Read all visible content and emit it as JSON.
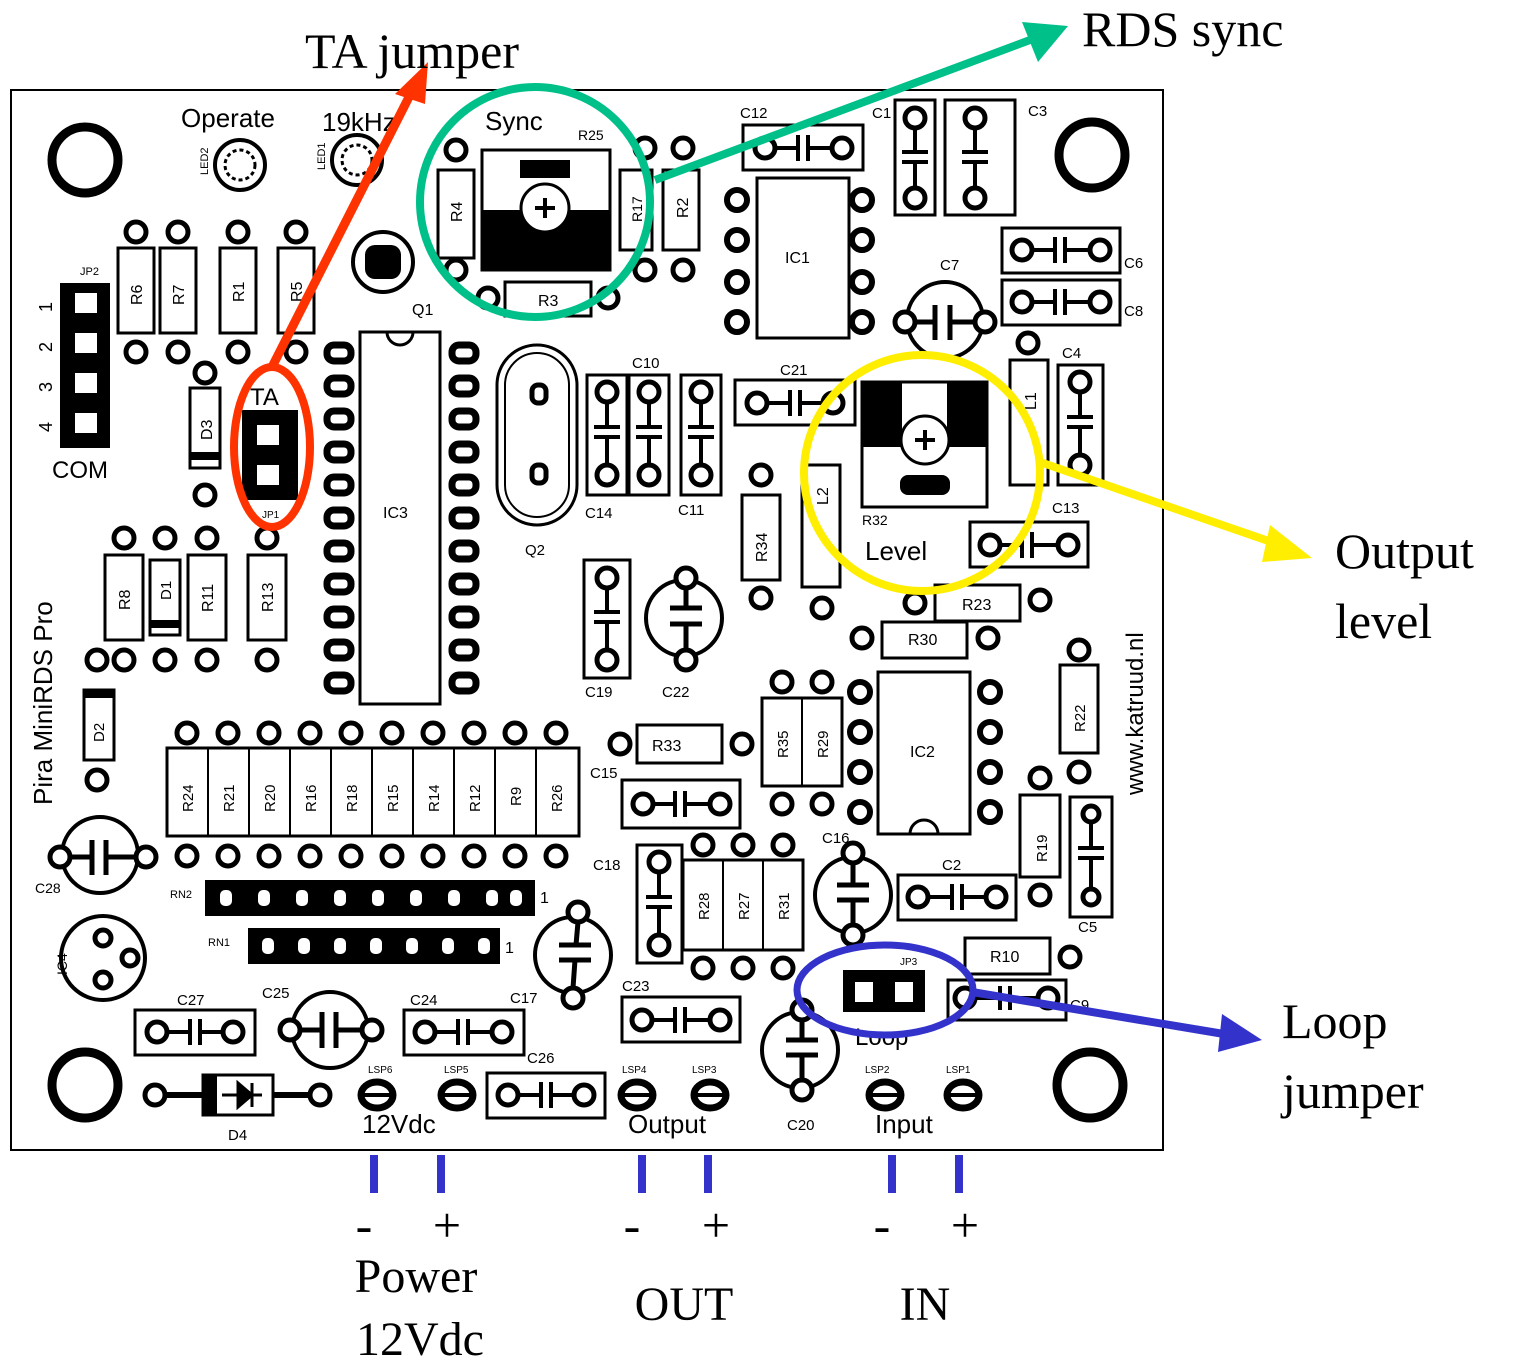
{
  "colors": {
    "ta": "#ff3300",
    "rds": "#00c08a",
    "output": "#ffee00",
    "loop": "#3333cc",
    "terminal": "#3333cc"
  },
  "annotations": {
    "ta_jumper": "TA jumper",
    "rds_sync": "RDS sync",
    "output_level": [
      "Output",
      "level"
    ],
    "loop_jumper": [
      "Loop",
      "jumper"
    ]
  },
  "terminals": {
    "power": {
      "minus": "-",
      "plus": "+",
      "label": [
        "Power",
        "12Vdc"
      ]
    },
    "out": {
      "minus": "-",
      "plus": "+",
      "label": "OUT"
    },
    "in": {
      "minus": "-",
      "plus": "+",
      "label": "IN"
    }
  },
  "board": {
    "product": "Pira MiniRDS Pro",
    "website": "www.katruud.nl",
    "led_operate": "Operate",
    "led_19khz": "19kHz",
    "led1": "LED1",
    "led2": "LED2",
    "sync": "Sync",
    "level": "Level",
    "ta": "TA",
    "com": "COM",
    "loop": "Loop",
    "power_12v": "12Vdc",
    "output": "Output",
    "input": "Input",
    "jp2": "JP2",
    "jp2_pins": [
      "1",
      "2",
      "3",
      "4"
    ],
    "jp1": "JP1",
    "jp3": "JP3",
    "rn_pin": "1",
    "ics": {
      "ic1": "IC1",
      "ic2": "IC2",
      "ic3": "IC3",
      "ic4": "IC4"
    },
    "crystal": "Q2",
    "transistor": "Q1",
    "r25": "R25",
    "r32": "R32",
    "l1": "L1",
    "l2": "L2",
    "rn1": "RN1",
    "rn2": "RN2",
    "d1": "D1",
    "d2": "D2",
    "d3": "D3",
    "d4": "D4",
    "resistors": {
      "r1": "R1",
      "r2": "R2",
      "r3": "R3",
      "r4": "R4",
      "r5": "R5",
      "r6": "R6",
      "r7": "R7",
      "r8": "R8",
      "r9": "R9",
      "r10": "R10",
      "r11": "R11",
      "r12": "R12",
      "r13": "R13",
      "r14": "R14",
      "r15": "R15",
      "r16": "R16",
      "r17": "R17",
      "r18": "R18",
      "r19": "R19",
      "r20": "R20",
      "r21": "R21",
      "r22": "R22",
      "r23": "R23",
      "r24": "R24",
      "r26": "R26",
      "r27": "R27",
      "r28": "R28",
      "r29": "R29",
      "r30": "R30",
      "r31": "R31",
      "r33": "R33",
      "r34": "R34",
      "r35": "R35"
    },
    "capacitors": {
      "c1": "C1",
      "c2": "C2",
      "c3": "C3",
      "c4": "C4",
      "c5": "C5",
      "c6": "C6",
      "c7": "C7",
      "c8": "C8",
      "c9": "C9",
      "c10": "C10",
      "c11": "C11",
      "c12": "C12",
      "c13": "C13",
      "c14": "C14",
      "c15": "C15",
      "c16": "C16",
      "c17": "C17",
      "c18": "C18",
      "c19": "C19",
      "c20": "C20",
      "c21": "C21",
      "c22": "C22",
      "c23": "C23",
      "c24": "C24",
      "c25": "C25",
      "c26": "C26",
      "c27": "C27",
      "c28": "C28"
    },
    "lsp": {
      "lsp1": "LSP1",
      "lsp2": "LSP2",
      "lsp3": "LSP3",
      "lsp4": "LSP4",
      "lsp5": "LSP5",
      "lsp6": "LSP6"
    }
  }
}
